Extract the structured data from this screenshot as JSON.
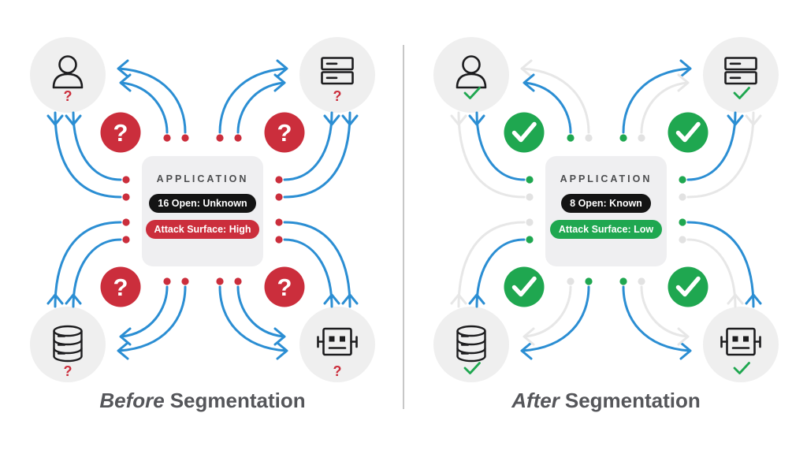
{
  "colors": {
    "blue": "#2b8ed3",
    "red": "#cb2e3c",
    "green": "#1fa750",
    "inactive": "#e7e7e7",
    "dot_inactive": "#e2e2e2",
    "circle_bg": "#efefef",
    "app_bg": "#efeff1",
    "pill_black": "#141414",
    "title_gray": "#4c4d4f",
    "caption": "#55565a",
    "icon": "#1d1d1f",
    "divider": "#c7c7c7"
  },
  "panels": [
    {
      "id": "before",
      "caption": {
        "emphasis": "Before",
        "rest": "Segmentation"
      },
      "app": {
        "title": "APPLICATION",
        "open_badge": "16 Open: Unknown",
        "surface_badge": "Attack Surface: High",
        "open_ports_count": 16,
        "surface_level": "High"
      },
      "nodes": [
        {
          "name": "user",
          "position": "top-left",
          "status": "unknown",
          "mark": "?"
        },
        {
          "name": "server-stack",
          "position": "top-right",
          "status": "unknown",
          "mark": "?"
        },
        {
          "name": "database",
          "position": "bottom-left",
          "status": "unknown",
          "mark": "?"
        },
        {
          "name": "robot",
          "position": "bottom-right",
          "status": "unknown",
          "mark": "?"
        }
      ],
      "quadrant_badges": {
        "glyph": "?",
        "color": "red",
        "count": 4
      },
      "connections": {
        "total": 16,
        "allowed": 16,
        "blocked": 0
      }
    },
    {
      "id": "after",
      "caption": {
        "emphasis": "After",
        "rest": "Segmentation"
      },
      "app": {
        "title": "APPLICATION",
        "open_badge": "8 Open: Known",
        "surface_badge": "Attack Surface: Low",
        "open_ports_count": 8,
        "surface_level": "Low"
      },
      "nodes": [
        {
          "name": "user",
          "position": "top-left",
          "status": "verified",
          "mark": "check"
        },
        {
          "name": "server-stack",
          "position": "top-right",
          "status": "verified",
          "mark": "check"
        },
        {
          "name": "database",
          "position": "bottom-left",
          "status": "verified",
          "mark": "check"
        },
        {
          "name": "robot",
          "position": "bottom-right",
          "status": "verified",
          "mark": "check"
        }
      ],
      "quadrant_badges": {
        "glyph": "check",
        "color": "green",
        "count": 4
      },
      "connections": {
        "total": 16,
        "allowed": 8,
        "blocked": 8
      }
    }
  ]
}
